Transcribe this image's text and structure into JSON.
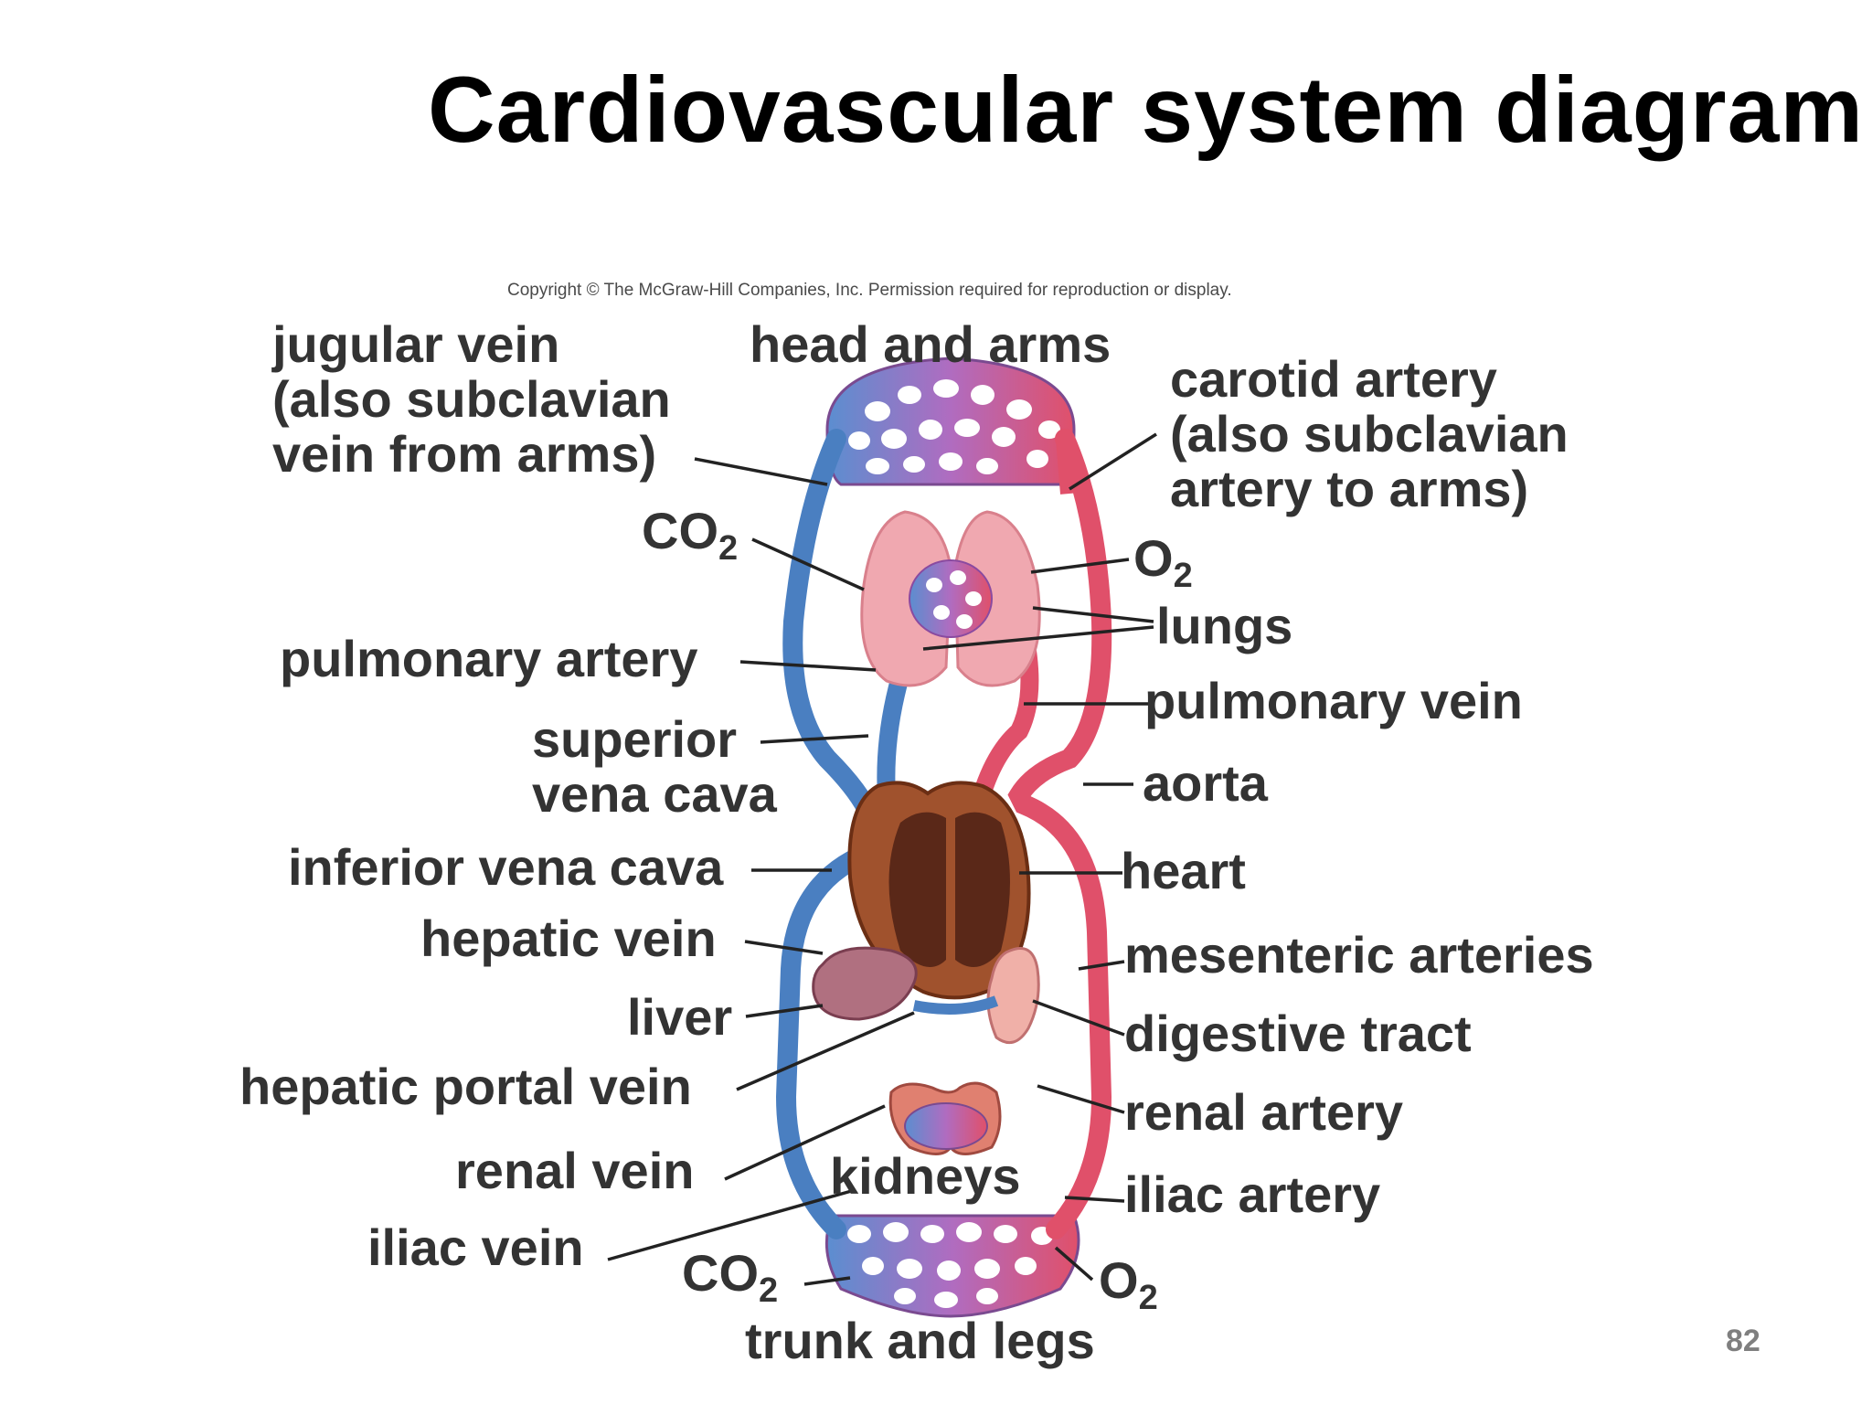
{
  "slide": {
    "title": "Cardiovascular system diagram",
    "page_number": "82"
  },
  "figure": {
    "copyright": "Copyright © The McGraw-Hill Companies, Inc. Permission required for reproduction or display.",
    "labels": {
      "head_and_arms": "head and arms",
      "jugular_1": "jugular vein",
      "jugular_2": "(also subclavian",
      "jugular_3": "vein from arms)",
      "carotid_1": "carotid artery",
      "carotid_2": "(also subclavian",
      "carotid_3": "artery to arms)",
      "co2_top": "CO",
      "o2_top": "O",
      "lungs": "lungs",
      "pulmonary_artery": "pulmonary artery",
      "pulmonary_vein": "pulmonary vein",
      "superior_1": "superior",
      "superior_2": "vena cava",
      "aorta": "aorta",
      "inferior_vena_cava": "inferior vena cava",
      "heart": "heart",
      "hepatic_vein": "hepatic vein",
      "mesenteric_arteries": "mesenteric arteries",
      "liver": "liver",
      "digestive_tract": "digestive tract",
      "hepatic_portal_vein": "hepatic portal vein",
      "renal_artery": "renal artery",
      "renal_vein": "renal vein",
      "kidneys": "kidneys",
      "iliac_artery": "iliac artery",
      "iliac_vein": "iliac vein",
      "co2_bottom": "CO",
      "o2_bottom": "O",
      "trunk_and_legs": "trunk and legs",
      "subscript_2": "2"
    },
    "colors": {
      "vein_blue": "#4a7fc1",
      "artery_red": "#e0506a",
      "capillary_purple": "#b06cc0",
      "lung_pink": "#f0a8b0",
      "heart_brown": "#a0522d",
      "organ_tan": "#d98a6a"
    }
  }
}
